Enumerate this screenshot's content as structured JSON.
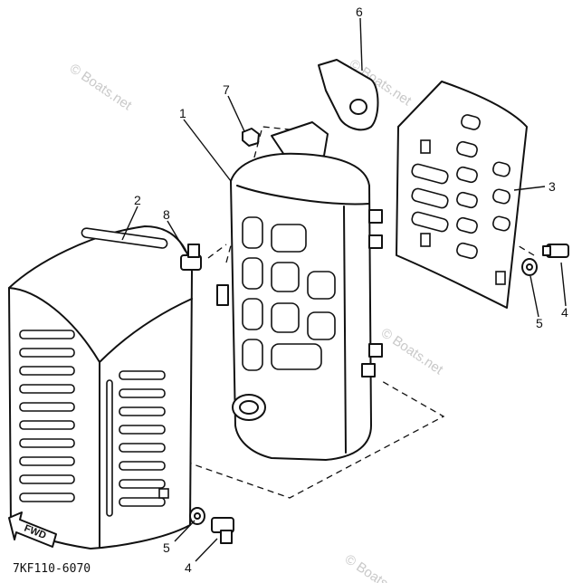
{
  "diagram": {
    "code": "7KF110-6070",
    "fwd_label": "FWD",
    "watermark": "© Boats.net",
    "callouts": [
      {
        "id": "1",
        "text": "1"
      },
      {
        "id": "2",
        "text": "2"
      },
      {
        "id": "3",
        "text": "3"
      },
      {
        "id": "4a",
        "text": "4"
      },
      {
        "id": "4b",
        "text": "4"
      },
      {
        "id": "5a",
        "text": "5"
      },
      {
        "id": "5b",
        "text": "5"
      },
      {
        "id": "6",
        "text": "6"
      },
      {
        "id": "7",
        "text": "7"
      },
      {
        "id": "8",
        "text": "8"
      }
    ]
  }
}
